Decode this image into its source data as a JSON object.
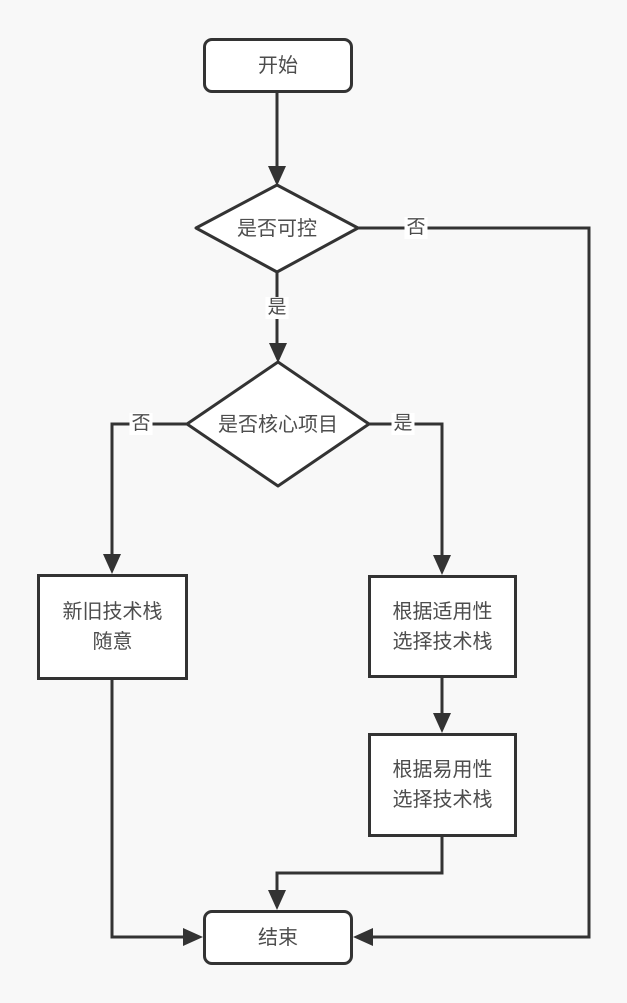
{
  "diagram": {
    "type": "flowchart",
    "title": "",
    "nodes": {
      "start": {
        "type": "terminator",
        "label": "开始"
      },
      "decision_controllable": {
        "type": "decision",
        "label": "是否可控"
      },
      "decision_core": {
        "type": "decision",
        "label": "是否核心项目"
      },
      "process_any_stack": {
        "type": "process",
        "label": "新旧技术栈\n随意"
      },
      "process_applicability": {
        "type": "process",
        "label": "根据适用性\n选择技术栈"
      },
      "process_ease_of_use": {
        "type": "process",
        "label": "根据易用性\n选择技术栈"
      },
      "end": {
        "type": "terminator",
        "label": "结束"
      }
    },
    "edges": [
      {
        "from": "start",
        "to": "decision_controllable",
        "label": ""
      },
      {
        "from": "decision_controllable",
        "to": "end",
        "label": "否"
      },
      {
        "from": "decision_controllable",
        "to": "decision_core",
        "label": "是"
      },
      {
        "from": "decision_core",
        "to": "process_any_stack",
        "label": "否"
      },
      {
        "from": "decision_core",
        "to": "process_applicability",
        "label": "是"
      },
      {
        "from": "process_applicability",
        "to": "process_ease_of_use",
        "label": ""
      },
      {
        "from": "process_ease_of_use",
        "to": "end",
        "label": ""
      },
      {
        "from": "process_any_stack",
        "to": "end",
        "label": ""
      }
    ],
    "edge_labels": {
      "controllable_no": "否",
      "controllable_yes": "是",
      "core_no": "否",
      "core_yes": "是"
    },
    "colors": {
      "line": "#333333",
      "node_fill": "#ffffff",
      "background": "#f8f8f8",
      "text": "#4d4d4d"
    }
  }
}
